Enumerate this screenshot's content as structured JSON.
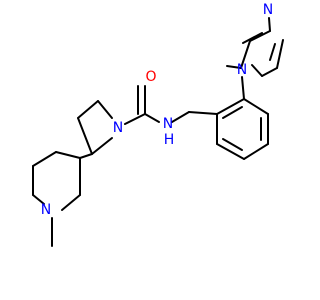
{
  "colors": {
    "bond": "#000000",
    "nitrogen": "#0000ff",
    "oxygen": "#ff0000",
    "background": "#ffffff"
  },
  "atoms": {
    "imidazole_n_top": "N",
    "imidazole_n_link": "N",
    "carbonyl_o": "O",
    "amide_nh": "N",
    "amide_h": "H",
    "pyrrolidine_n": "N",
    "piperidine_n": "N"
  }
}
